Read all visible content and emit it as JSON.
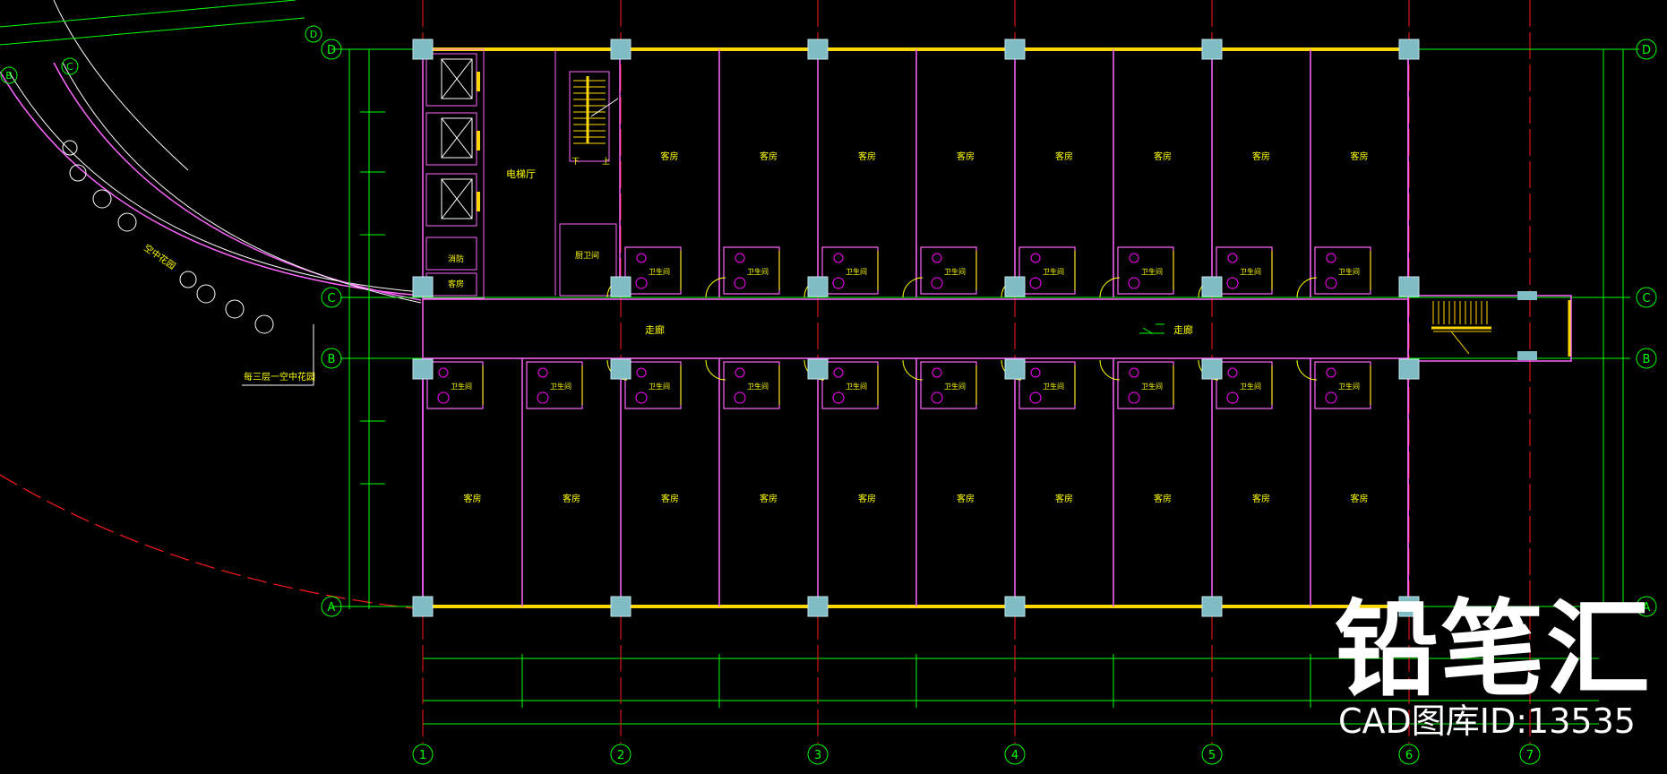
{
  "drawing": {
    "col_labels": [
      "1",
      "2",
      "3",
      "4",
      "5",
      "6",
      "7"
    ],
    "row_labels": [
      "D",
      "C",
      "B",
      "A"
    ],
    "top_row_labels": [
      "D",
      "C",
      "B"
    ],
    "room_label": "客房",
    "bath_label": "卫生间",
    "corridor_label": "走廊",
    "elevator_hall_label": "电梯厅",
    "stair_down": "下",
    "stair_up": "上",
    "kitchen_label": "厨卫间",
    "small_room_label": "消防",
    "small_room_label2": "客房",
    "sky_garden_label": "空中花园",
    "sky_garden_note": "每三层一空中花园"
  },
  "brand": {
    "logo_text": "铅笔汇",
    "id_text": "CAD图库ID:13535"
  },
  "colors": {
    "background": "#000000",
    "grid": "#00ff00",
    "wall": "#ff66ff",
    "outer_wall": "#ffd700",
    "axis": "#ff1a1a",
    "column": "#7fbcc4",
    "text": "#ffff00",
    "fixture": "#ff00ff",
    "white": "#ffffff"
  }
}
